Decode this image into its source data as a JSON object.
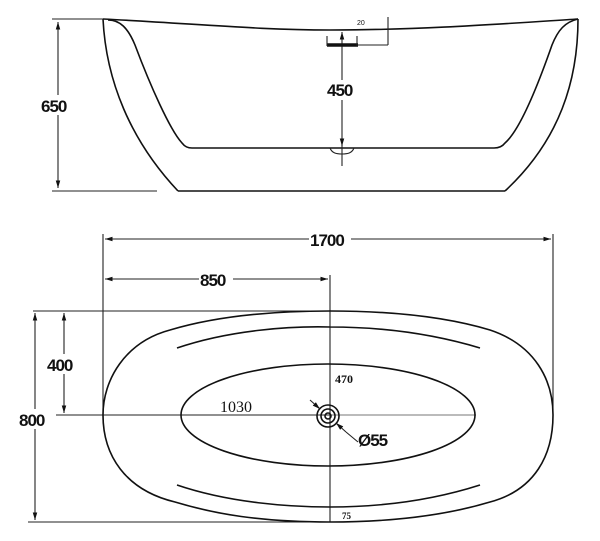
{
  "drawing": {
    "subject": "Freestanding oval bathtub technical drawing",
    "units": "mm",
    "side_view": {
      "total_height_label": "650",
      "drain_height_label": "450",
      "overflow_offset_label": "20"
    },
    "plan_view": {
      "total_length_label": "1700",
      "drain_offset_length_label": "850",
      "half_width_label": "400",
      "total_width_label": "800",
      "inner_basin_length_label": "1030",
      "inner_basin_half_width_label": "470",
      "drain_diameter_label": "Ø55",
      "rim_width_label": "75"
    },
    "colors": {
      "background": "#ffffff",
      "line": "#111111"
    }
  }
}
